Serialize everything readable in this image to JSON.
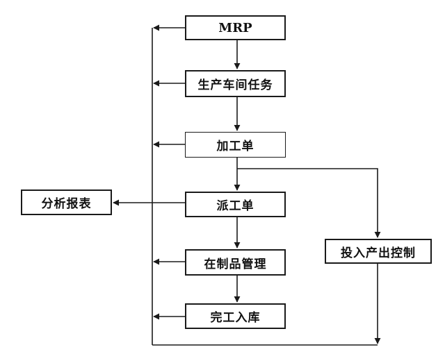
{
  "nodes": {
    "mrp": "MRP",
    "workshop_task": "生产车间任务",
    "process_order": "加工单",
    "dispatch_order": "派工单",
    "wip_management": "在制品管理",
    "finished_storage": "完工入库",
    "analysis_report": "分析报表",
    "io_control": "投入产出控制"
  }
}
